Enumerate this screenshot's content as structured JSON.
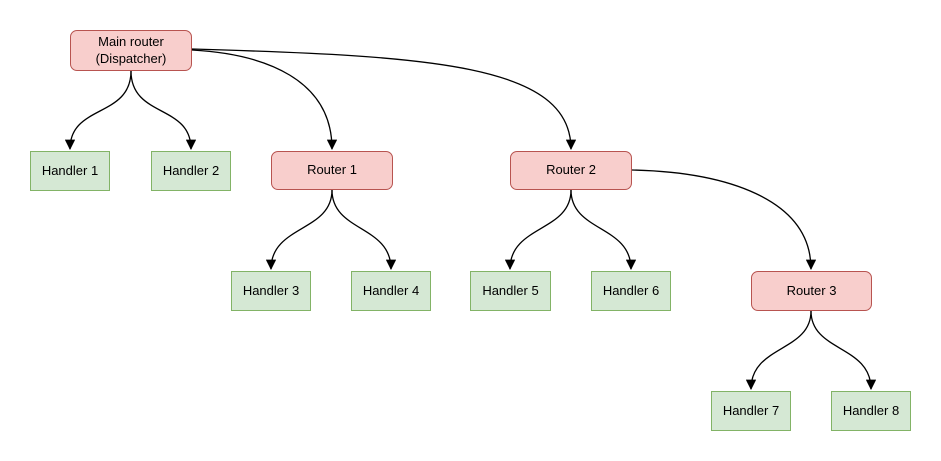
{
  "diagram": {
    "kind": "routing-tree",
    "nodes": {
      "main": {
        "label": "Main router\n(Dispatcher)",
        "type": "router"
      },
      "handler1": {
        "label": "Handler 1",
        "type": "handler"
      },
      "handler2": {
        "label": "Handler 2",
        "type": "handler"
      },
      "router1": {
        "label": "Router 1",
        "type": "router"
      },
      "router2": {
        "label": "Router 2",
        "type": "router"
      },
      "handler3": {
        "label": "Handler 3",
        "type": "handler"
      },
      "handler4": {
        "label": "Handler 4",
        "type": "handler"
      },
      "handler5": {
        "label": "Handler 5",
        "type": "handler"
      },
      "handler6": {
        "label": "Handler 6",
        "type": "handler"
      },
      "router3": {
        "label": "Router 3",
        "type": "router"
      },
      "handler7": {
        "label": "Handler 7",
        "type": "handler"
      },
      "handler8": {
        "label": "Handler 8",
        "type": "handler"
      }
    },
    "edges": [
      {
        "from": "main",
        "to": "handler1"
      },
      {
        "from": "main",
        "to": "handler2"
      },
      {
        "from": "main",
        "to": "router1"
      },
      {
        "from": "main",
        "to": "router2"
      },
      {
        "from": "router1",
        "to": "handler3"
      },
      {
        "from": "router1",
        "to": "handler4"
      },
      {
        "from": "router2",
        "to": "handler5"
      },
      {
        "from": "router2",
        "to": "handler6"
      },
      {
        "from": "router2",
        "to": "router3"
      },
      {
        "from": "router3",
        "to": "handler7"
      },
      {
        "from": "router3",
        "to": "handler8"
      }
    ],
    "colors": {
      "router_fill": "#f8cecc",
      "router_border": "#b85450",
      "handler_fill": "#d5e8d4",
      "handler_border": "#82b366",
      "edge": "#000000",
      "text": "#000000",
      "background": "#ffffff"
    }
  }
}
